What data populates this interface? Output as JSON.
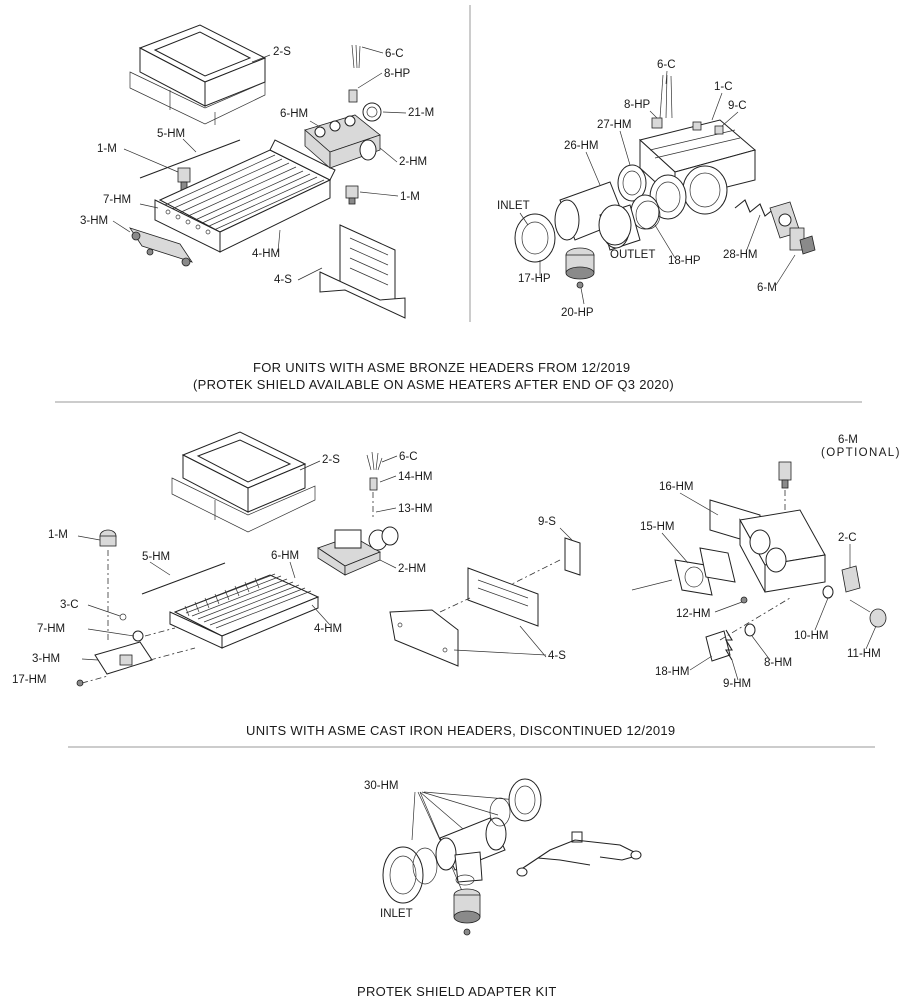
{
  "captions": {
    "bronze_line1": "FOR UNITS WITH ASME BRONZE HEADERS FROM 12/2019",
    "bronze_line2": "(PROTEK SHIELD AVAILABLE ON ASME HEATERS AFTER END OF Q3 2020)",
    "cast_iron": "UNITS WITH ASME CAST IRON HEADERS, DISCONTINUED 12/2019",
    "protek": "PROTEK SHIELD ADAPTER KIT"
  },
  "bronze_left_labels": [
    "2-S",
    "6-C",
    "8-HP",
    "21-M",
    "6-HM",
    "5-HM",
    "1-M",
    "2-HM",
    "1-M",
    "7-HM",
    "3-HM",
    "4-HM",
    "4-S"
  ],
  "bronze_right_labels": [
    "6-C",
    "1-C",
    "8-HP",
    "9-C",
    "27-HM",
    "26-HM",
    "INLET",
    "OUTLET",
    "18-HP",
    "28-HM",
    "17-HP",
    "20-HP",
    "6-M"
  ],
  "cast_left_labels": [
    "2-S",
    "6-C",
    "14-HM",
    "13-HM",
    "1-M",
    "9-S",
    "5-HM",
    "6-HM",
    "2-HM",
    "3-C",
    "7-HM",
    "4-HM",
    "3-HM",
    "17-HM",
    "4-S"
  ],
  "cast_right_labels": [
    "6-M",
    "(OPTIONAL)",
    "16-HM",
    "2-C",
    "15-HM",
    "12-HM",
    "10-HM",
    "11-HM",
    "18-HM",
    "8-HM",
    "9-HM"
  ],
  "protek_labels": [
    "30-HM",
    "INLET"
  ]
}
